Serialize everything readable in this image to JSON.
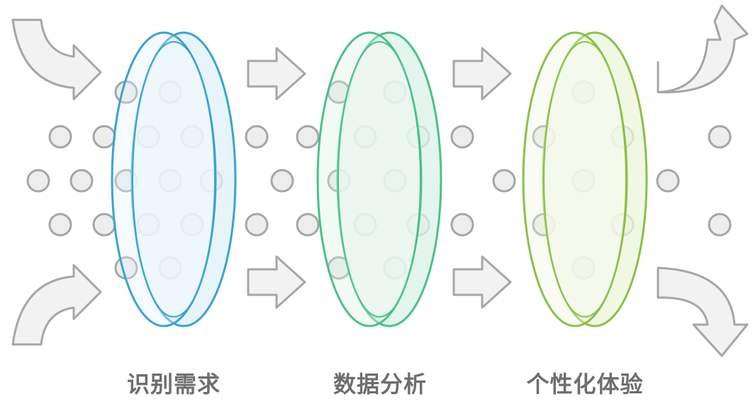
{
  "stages": [
    {
      "label": "识别需求",
      "stroke_color": "#3aa3cf",
      "fill_color": "#dff1fa"
    },
    {
      "label": "数据分析",
      "stroke_color": "#4cc08a",
      "fill_color": "#daf2e6"
    },
    {
      "label": "个性化体验",
      "stroke_color": "#8bbf4a",
      "fill_color": "#ebf5da"
    }
  ],
  "colors": {
    "dot_stroke": "#a6a6a6",
    "dot_fill": "#ededed",
    "arrow_stroke": "#a6a6a6",
    "arrow_fill": "#f2f2f2",
    "label_color": "#6e6e6e"
  },
  "icons": {
    "input_arrows": "curved-arrow-icon",
    "straight_arrows": "right-arrow-icon",
    "output_arrows": "curved-arrow-icon",
    "lenses": "lens-ring-icon",
    "particles": "circle-dot-icon"
  }
}
